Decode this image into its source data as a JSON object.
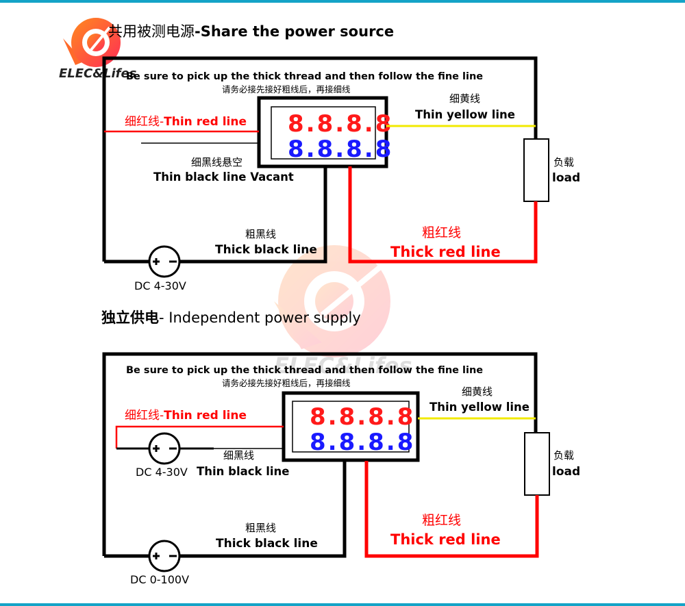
{
  "brand": {
    "name": "ELEC&Lifes",
    "logo_icon": "swoosh-gauge-logo",
    "watermark_text": "ELEC&Lifes"
  },
  "colors": {
    "accent_strip": "#14a3c7",
    "wire_black": "#000000",
    "wire_red": "#ff0000",
    "wire_yellow": "#f2ea00",
    "display_top": "#ff1a1a",
    "display_bottom": "#1a1aff",
    "logo_orange": "#ff6a2a",
    "logo_pink": "#ff2d55"
  },
  "diagram_shared": {
    "title_cn": "共用被测电源",
    "title_sep": "-",
    "title_en": "Share the power source",
    "instruction_en": "Be sure to pick up the thick thread and then follow the fine line",
    "instruction_cn": "请务必接先接好粗线后，再接细线",
    "thin_red_cn": "细红线",
    "thin_red_en": "Thin red line",
    "thin_black_cn": "细黑线悬空",
    "thin_black_en": "Thin black line Vacant",
    "thin_yellow_cn": "细黄线",
    "thin_yellow_en": "Thin yellow line",
    "load_cn": "负载",
    "load_en": "load",
    "thick_black_cn": "粗黑线",
    "thick_black_en": "Thick black line",
    "thick_red_cn": "粗红线",
    "thick_red_en": "Thick red line",
    "source_label": "DC 4-30V",
    "display_top": "8.8.8.8",
    "display_bottom": "8.8.8.8"
  },
  "diagram_independent": {
    "title_cn": "独立供电",
    "title_sep": "- ",
    "title_en": "Independent power supply",
    "instruction_en": "Be sure to pick up the thick thread and then follow the fine line",
    "instruction_cn": "请务必接先接好粗线后，再接细线",
    "thin_red_cn": "细红线",
    "thin_red_en": "Thin red line",
    "thin_black_cn": "细黑线",
    "thin_black_en": "Thin black line",
    "thin_yellow_cn": "细黄线",
    "thin_yellow_en": "Thin yellow line",
    "load_cn": "负载",
    "load_en": "load",
    "thick_black_cn": "粗黑线",
    "thick_black_en": "Thick black line",
    "thick_red_cn": "粗红线",
    "thick_red_en": "Thick red line",
    "aux_source_label": "DC 4-30V",
    "source_label": "DC 0-100V",
    "display_top": "8.8.8.8",
    "display_bottom": "8.8.8.8"
  }
}
